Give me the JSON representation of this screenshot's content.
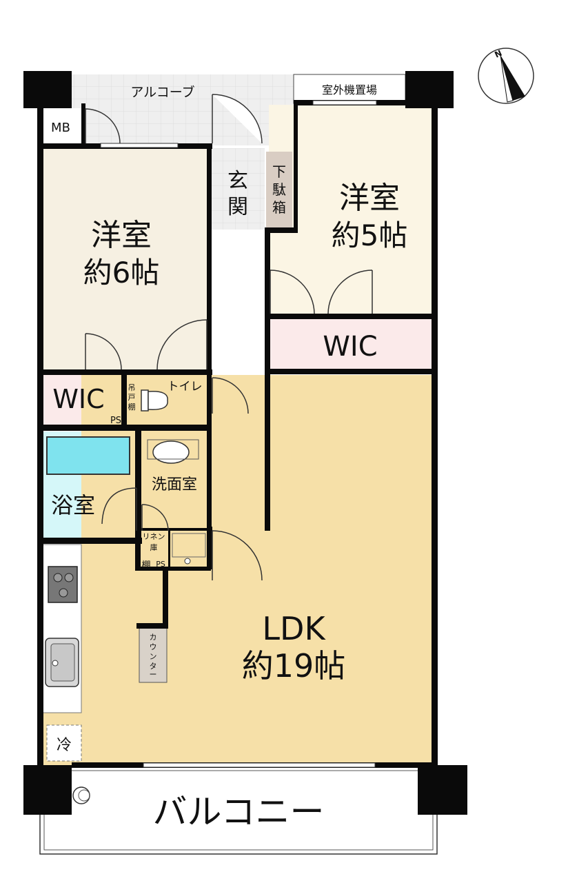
{
  "compass": {
    "letter": "N"
  },
  "rooms": {
    "alcove": "アルコーブ",
    "outdoor_unit": "室外機置場",
    "mb": "MB",
    "entrance": [
      "玄",
      "関"
    ],
    "shoe_box": [
      "下",
      "駄",
      "箱"
    ],
    "western_6": {
      "name": "洋室",
      "size": "約6帖"
    },
    "western_5": {
      "name": "洋室",
      "size": "約5帖"
    },
    "wic_right": "WIC",
    "wic_left": "WIC",
    "toilet": "トイレ",
    "hanging_shelf": [
      "吊",
      "戸",
      "棚"
    ],
    "ps_left": "PS",
    "ps_bottom": "PS",
    "bath": "浴室",
    "washroom": "洗面室",
    "linen": [
      "リネン",
      "庫"
    ],
    "shelf": "棚",
    "counter": [
      "カ",
      "ウ",
      "ン",
      "タ",
      "ー"
    ],
    "ldk": {
      "name": "LDK",
      "size": "約19帖"
    },
    "fridge": "冷",
    "balcony": "バルコニー"
  },
  "colors": {
    "wall": "#0a0a0a",
    "western_6": "#f6f0e2",
    "western_5": "#fbf5e4",
    "ldk": "#f6e0a8",
    "wic": "#fbeaea",
    "wet": "#d5f7f9",
    "tub": "#7fe3ee",
    "hall": "#ffffff",
    "alcove": "#eeeeee",
    "shoe": "#d9cdc3",
    "counter": "#d9d2c9"
  }
}
